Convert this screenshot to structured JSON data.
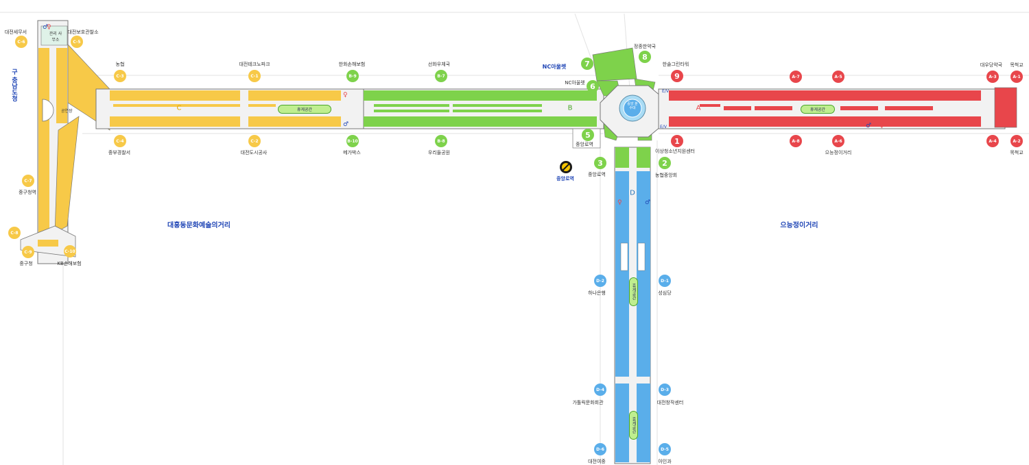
{
  "colors": {
    "zone_a": "#e8464b",
    "zone_b": "#7ed24b",
    "zone_c": "#f7c948",
    "zone_d": "#5aaeea",
    "street_text": "#1f45b5",
    "corridor_fill": "#f2f2f2"
  },
  "sections": {
    "a": "A",
    "b": "B",
    "c": "C",
    "d": "D"
  },
  "streets": {
    "west": "대흥동문화예술의거리",
    "east": "으능정이거리",
    "vertical": "구 충남도청",
    "nc_top": "NC아울렛"
  },
  "rest_area": "휴게공간",
  "station": {
    "name": "중앙로역",
    "icon": "subway-logo-icon"
  },
  "center_hub": "중앙 분수대",
  "admin_office": "관리 사무소",
  "stage_label": "공연장",
  "ev_label": "E/V",
  "exits": [
    {
      "id": "A-1",
      "label": "목척교",
      "zone": "red"
    },
    {
      "id": "A-2",
      "label": "목척교",
      "zone": "red"
    },
    {
      "id": "A-3",
      "label": "대우당약국",
      "zone": "red"
    },
    {
      "id": "A-4",
      "label": "",
      "zone": "red"
    },
    {
      "id": "A-5",
      "label": "",
      "zone": "red"
    },
    {
      "id": "A-6",
      "label": "으능정이거리",
      "zone": "red"
    },
    {
      "id": "A-7",
      "label": "",
      "zone": "red"
    },
    {
      "id": "A-8",
      "label": "",
      "zone": "red"
    },
    {
      "id": "B-7",
      "label": "선화우체국",
      "zone": "green"
    },
    {
      "id": "B-8",
      "label": "우리들공원",
      "zone": "green"
    },
    {
      "id": "B-9",
      "label": "한화손해보험",
      "zone": "green"
    },
    {
      "id": "B-10",
      "label": "메가박스",
      "zone": "green"
    },
    {
      "id": "C-1",
      "label": "대전테크노파크",
      "zone": "yellow"
    },
    {
      "id": "C-2",
      "label": "대전도시공사",
      "zone": "yellow"
    },
    {
      "id": "C-3",
      "label": "농협",
      "zone": "yellow"
    },
    {
      "id": "C-4",
      "label": "중부경찰서",
      "zone": "yellow"
    },
    {
      "id": "C-5",
      "label": "대전보호관찰소",
      "zone": "yellow"
    },
    {
      "id": "C-6",
      "label": "대전세무서",
      "zone": "yellow"
    },
    {
      "id": "C-7",
      "label": "중구청역",
      "zone": "yellow"
    },
    {
      "id": "C-8",
      "label": "",
      "zone": "yellow"
    },
    {
      "id": "C-9",
      "label": "중구청",
      "zone": "yellow"
    },
    {
      "id": "C-10",
      "label": "KB손해보험",
      "zone": "yellow"
    },
    {
      "id": "D-1",
      "label": "성심당",
      "zone": "blue"
    },
    {
      "id": "D-2",
      "label": "하나은행",
      "zone": "blue"
    },
    {
      "id": "D-3",
      "label": "대전창작센터",
      "zone": "blue"
    },
    {
      "id": "D-4",
      "label": "가톨릭문화회관",
      "zone": "blue"
    },
    {
      "id": "D-5",
      "label": "아인과",
      "zone": "blue"
    },
    {
      "id": "D-6",
      "label": "대전여중",
      "zone": "blue"
    }
  ],
  "stations": [
    {
      "id": "1",
      "label": "이상청소년지원센터",
      "zone": "red"
    },
    {
      "id": "2",
      "label": "농협중앙회",
      "zone": "green"
    },
    {
      "id": "3",
      "label": "중앙로역",
      "zone": "green"
    },
    {
      "id": "5",
      "label": "중앙로역",
      "zone": "green"
    },
    {
      "id": "6",
      "label": "NC아울렛",
      "zone": "green"
    },
    {
      "id": "7",
      "label": "",
      "zone": "green"
    },
    {
      "id": "8",
      "label": "정종한약국",
      "zone": "green"
    },
    {
      "id": "9",
      "label": "한솔그린타워",
      "zone": "red"
    }
  ]
}
